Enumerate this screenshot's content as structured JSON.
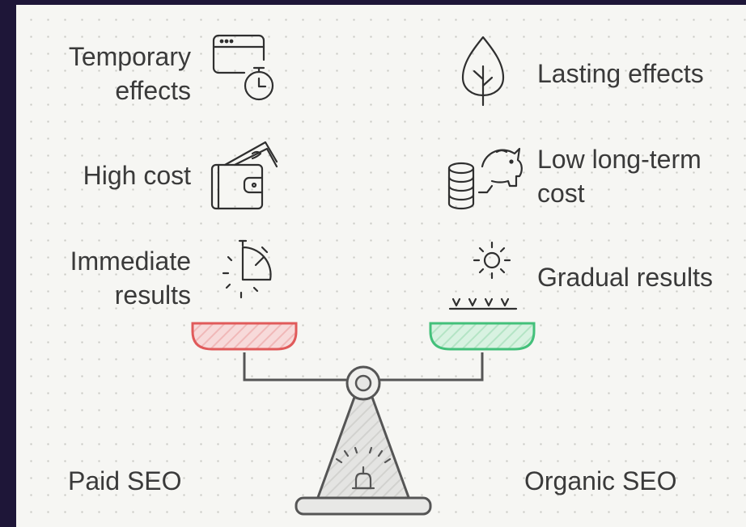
{
  "left_column": {
    "item1": {
      "line1": "Temporary",
      "line2": "effects",
      "icon": "browser-timer-icon"
    },
    "item2": {
      "label": "High cost",
      "icon": "wallet-icon"
    },
    "item3": {
      "line1": "Immediate",
      "line2": "results",
      "icon": "stopwatch-icon"
    },
    "footer": "Paid SEO"
  },
  "right_column": {
    "item1": {
      "label": "Lasting effects",
      "icon": "tree-icon"
    },
    "item2": {
      "line1": "Low long-term",
      "line2": "cost",
      "icon": "piggy-bank-icon"
    },
    "item3": {
      "label": "Gradual results",
      "icon": "sun-sprout-icon"
    },
    "footer": "Organic SEO"
  },
  "colors": {
    "background_frame": "#1e1638",
    "canvas": "#f6f6f3",
    "left_pan": "#e05a5a",
    "right_pan": "#43c07a",
    "stroke": "#2f2f2f"
  }
}
